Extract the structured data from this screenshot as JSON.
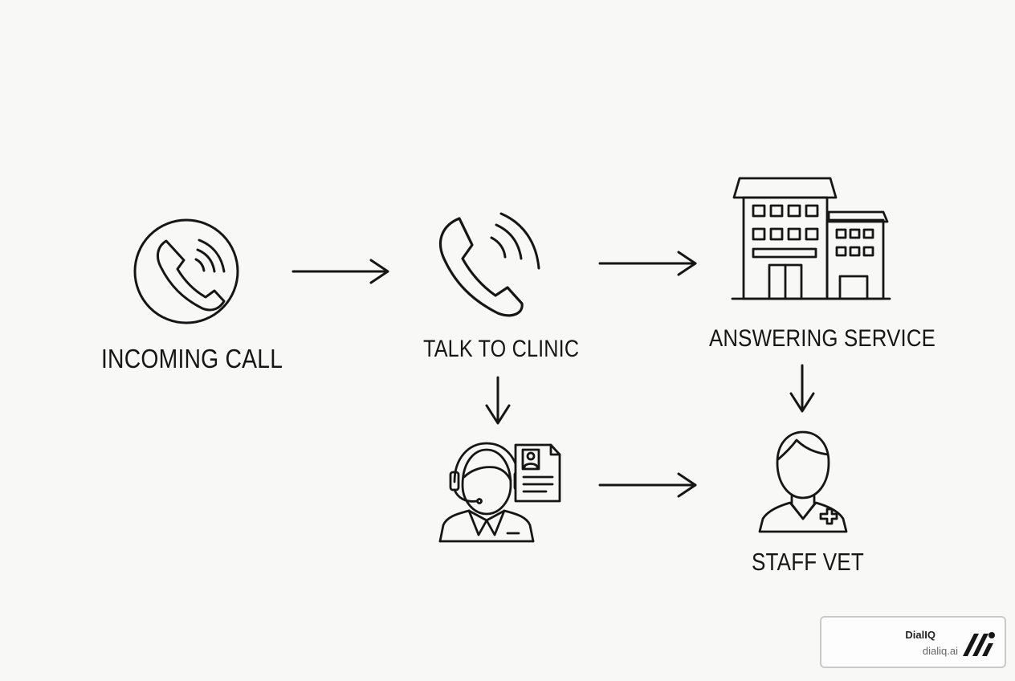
{
  "nodes": {
    "incoming_call": {
      "label": "INCOMING CALL",
      "icon": "phone-circle-icon"
    },
    "talk_to_clinic": {
      "label": "TALK TO CLINIC",
      "icon": "phone-icon"
    },
    "answering_service": {
      "label": "ANSWERING SERVICE",
      "icon": "building-icon"
    },
    "receptionist": {
      "label": "",
      "icon": "receptionist-headset-icon"
    },
    "staff_vet": {
      "label": "STAFF VET",
      "icon": "vet-icon"
    }
  },
  "edges": [
    {
      "from": "incoming_call",
      "to": "talk_to_clinic"
    },
    {
      "from": "talk_to_clinic",
      "to": "answering_service"
    },
    {
      "from": "talk_to_clinic",
      "to": "receptionist"
    },
    {
      "from": "answering_service",
      "to": "staff_vet"
    },
    {
      "from": "receptionist",
      "to": "staff_vet"
    }
  ],
  "branding": {
    "name": "DialIQ",
    "url": "dialiq.ai",
    "logo_icon": "dialiq-logo-icon"
  },
  "colors": {
    "background": "#f8f8f7",
    "stroke": "#161616"
  }
}
